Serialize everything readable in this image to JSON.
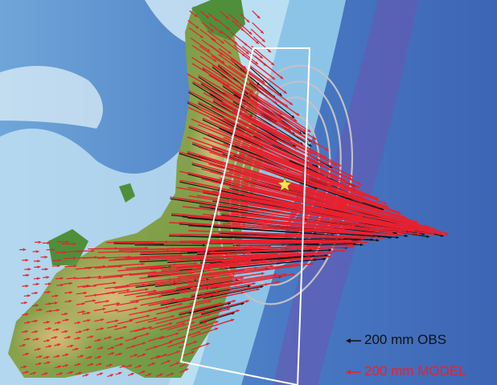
{
  "legend": {
    "observed": {
      "label": "200 mm OBS",
      "color": "#111111"
    },
    "model": {
      "label": "200 mm MODEL",
      "color": "#e8212e"
    }
  },
  "colors": {
    "deep_ocean": "#3f6ab8",
    "trench": "#6a55b0",
    "shelf": "#8cc4e8",
    "shallow": "#c9e8f6",
    "land_low": "#4f8f3a",
    "land_high": "#c9ac6c",
    "slip_contours": "#c4c0c4",
    "fault_box": "#ffffff",
    "epicenter": "#ffe14d"
  },
  "features": {
    "epicenter_marker": "star",
    "fault_model_outline": "rectangle",
    "slip_contours": "closed-curves"
  }
}
